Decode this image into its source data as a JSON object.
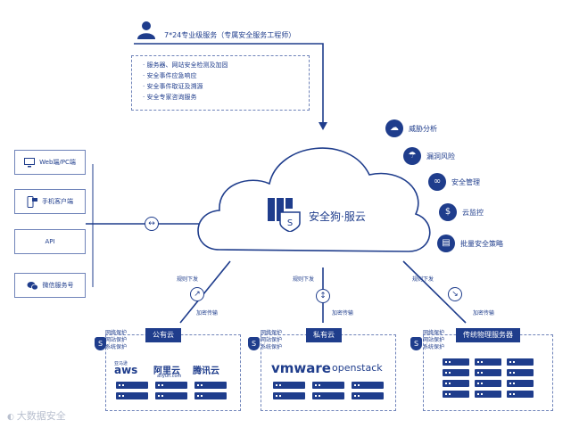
{
  "service": {
    "title": "7*24专业级服务（专属安全服务工程师）",
    "items": [
      "服务器、网站安全检测及加固",
      "安全事件应急响应",
      "安全事件取证及溯源",
      "安全专家咨询服务"
    ]
  },
  "clients": [
    {
      "label": "Web端/PC端",
      "icon": "monitor-icon"
    },
    {
      "label": "手机客户端",
      "icon": "mobile-icon"
    },
    {
      "label": "API",
      "icon": ""
    },
    {
      "label": "微信服务号",
      "icon": "wechat-icon"
    }
  ],
  "cloud": {
    "title": "安全狗·服云",
    "icon": "server-shield-icon"
  },
  "features": [
    {
      "label": "威胁分析",
      "icon": "cloud-icon"
    },
    {
      "label": "漏洞风险",
      "icon": "umbrella-icon"
    },
    {
      "label": "安全管理",
      "icon": "link-icon"
    },
    {
      "label": "云监控",
      "icon": "dollar-shield-icon"
    },
    {
      "label": "批量安全策略",
      "icon": "batch-icon"
    }
  ],
  "edges": {
    "policy": "规则下发",
    "encrypt": "加密传输"
  },
  "targets": [
    {
      "name": "公有云",
      "protections": [
        "网络保护",
        "网站保护",
        "系统保护"
      ],
      "brands": [
        "aws",
        "阿里云",
        "腾讯云"
      ],
      "brand_sub": [
        "亚马逊",
        "aliyun.com"
      ]
    },
    {
      "name": "私有云",
      "protections": [
        "网络保护",
        "网站保护",
        "系统保护"
      ],
      "brands": [
        "vmware",
        "openstack"
      ]
    },
    {
      "name": "传统物理服务器",
      "protections": [
        "网络保护",
        "网站保护",
        "系统保护"
      ]
    }
  ],
  "watermark": "大数据安全",
  "colors": {
    "primary": "#1f3d8c",
    "border": "#6f83b9"
  }
}
